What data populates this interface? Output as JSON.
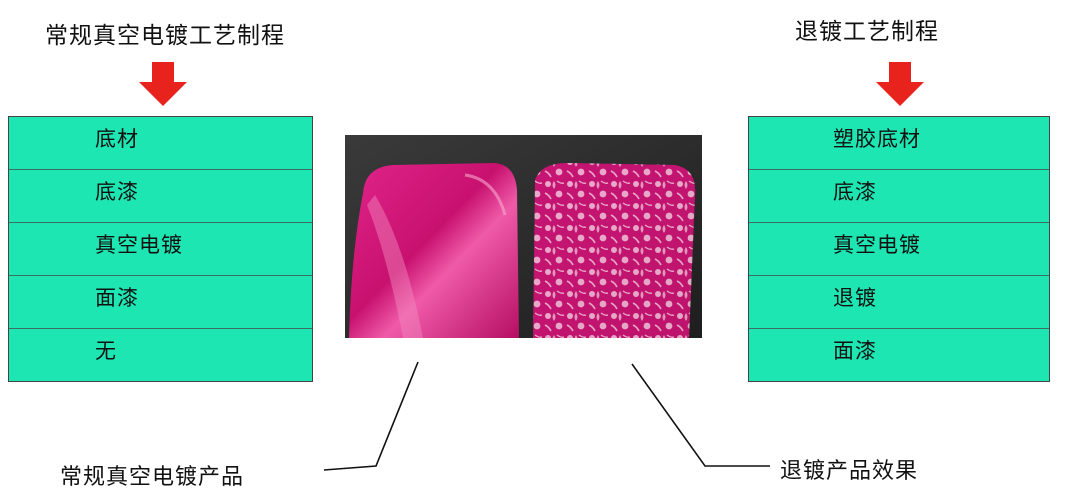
{
  "left_column": {
    "title": "常规真空电镀工艺制程",
    "steps": [
      "底材",
      "底漆",
      "真空电镀",
      "面漆",
      "无"
    ]
  },
  "right_column": {
    "title": "退镀工艺制程",
    "steps": [
      "塑胶底材",
      "底漆",
      "真空电镀",
      "退镀",
      "面漆"
    ]
  },
  "captions": {
    "left": "常规真空电镀产品",
    "right": "退镀产品效果"
  },
  "colors": {
    "step_fill": "#1de6b3",
    "arrow": "#e8221d",
    "pink_product": "#d0147a",
    "photo_background": "#2a2a2a"
  }
}
